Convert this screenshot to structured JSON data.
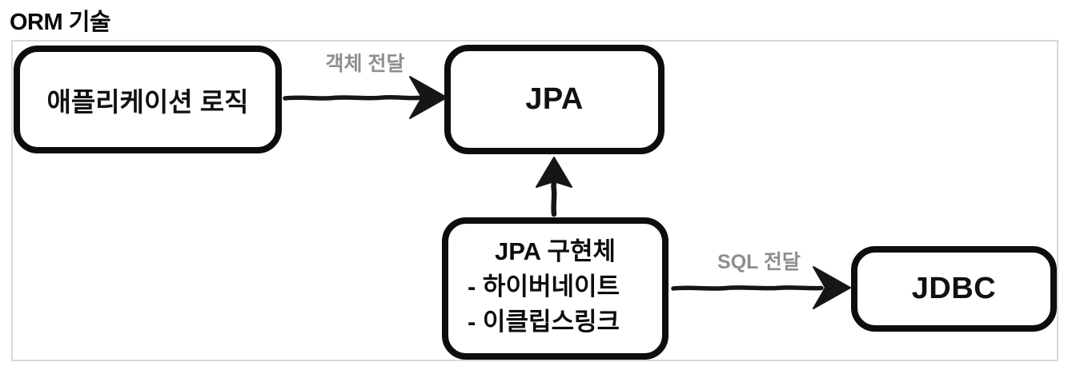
{
  "page": {
    "title": "ORM 기술"
  },
  "diagram": {
    "nodes": [
      {
        "id": "application-logic",
        "label": "애플리케이션 로직"
      },
      {
        "id": "jpa",
        "label": "JPA"
      },
      {
        "id": "jpa-implementation",
        "title": "JPA 구현체",
        "items": [
          "- 하이버네이트",
          "- 이클립스링크"
        ]
      },
      {
        "id": "jdbc",
        "label": "JDBC"
      }
    ],
    "edges": [
      {
        "from": "application-logic",
        "to": "jpa",
        "label": "객체 전달",
        "style": "sketchy-arrow"
      },
      {
        "from": "jpa-implementation",
        "to": "jpa",
        "label": "",
        "style": "sketchy-arrow"
      },
      {
        "from": "jpa-implementation",
        "to": "jdbc",
        "label": "SQL 전달",
        "style": "sketchy-arrow"
      }
    ],
    "colors": {
      "node_border": "#0d0d0d",
      "node_background": "#ffffff",
      "arrow": "#161616",
      "edge_label_text": "#8e8e8e",
      "frame_border": "#d8d8d8",
      "title_text": "#0a0a0a",
      "background": "#ffffff"
    }
  }
}
